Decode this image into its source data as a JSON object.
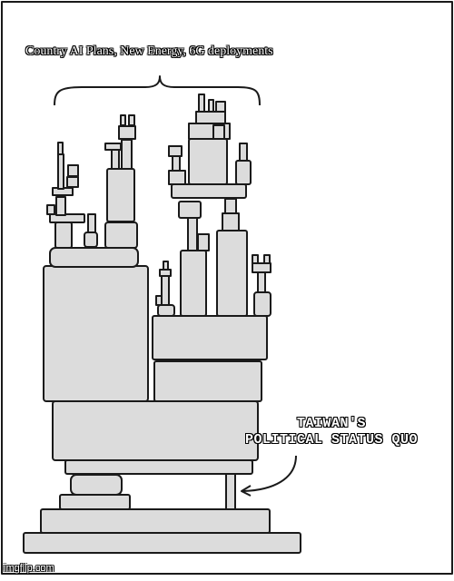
{
  "caption": "Country AI Plans, New Energy, 6G deployments",
  "label": {
    "line1": "TAIWAN'S",
    "line2": "POLITICAL STATUS QUO"
  },
  "watermark": "imgflip.com",
  "colors": {
    "ink": "#1a1a1a",
    "block": "#dcdcdc",
    "background": "#ffffff"
  }
}
